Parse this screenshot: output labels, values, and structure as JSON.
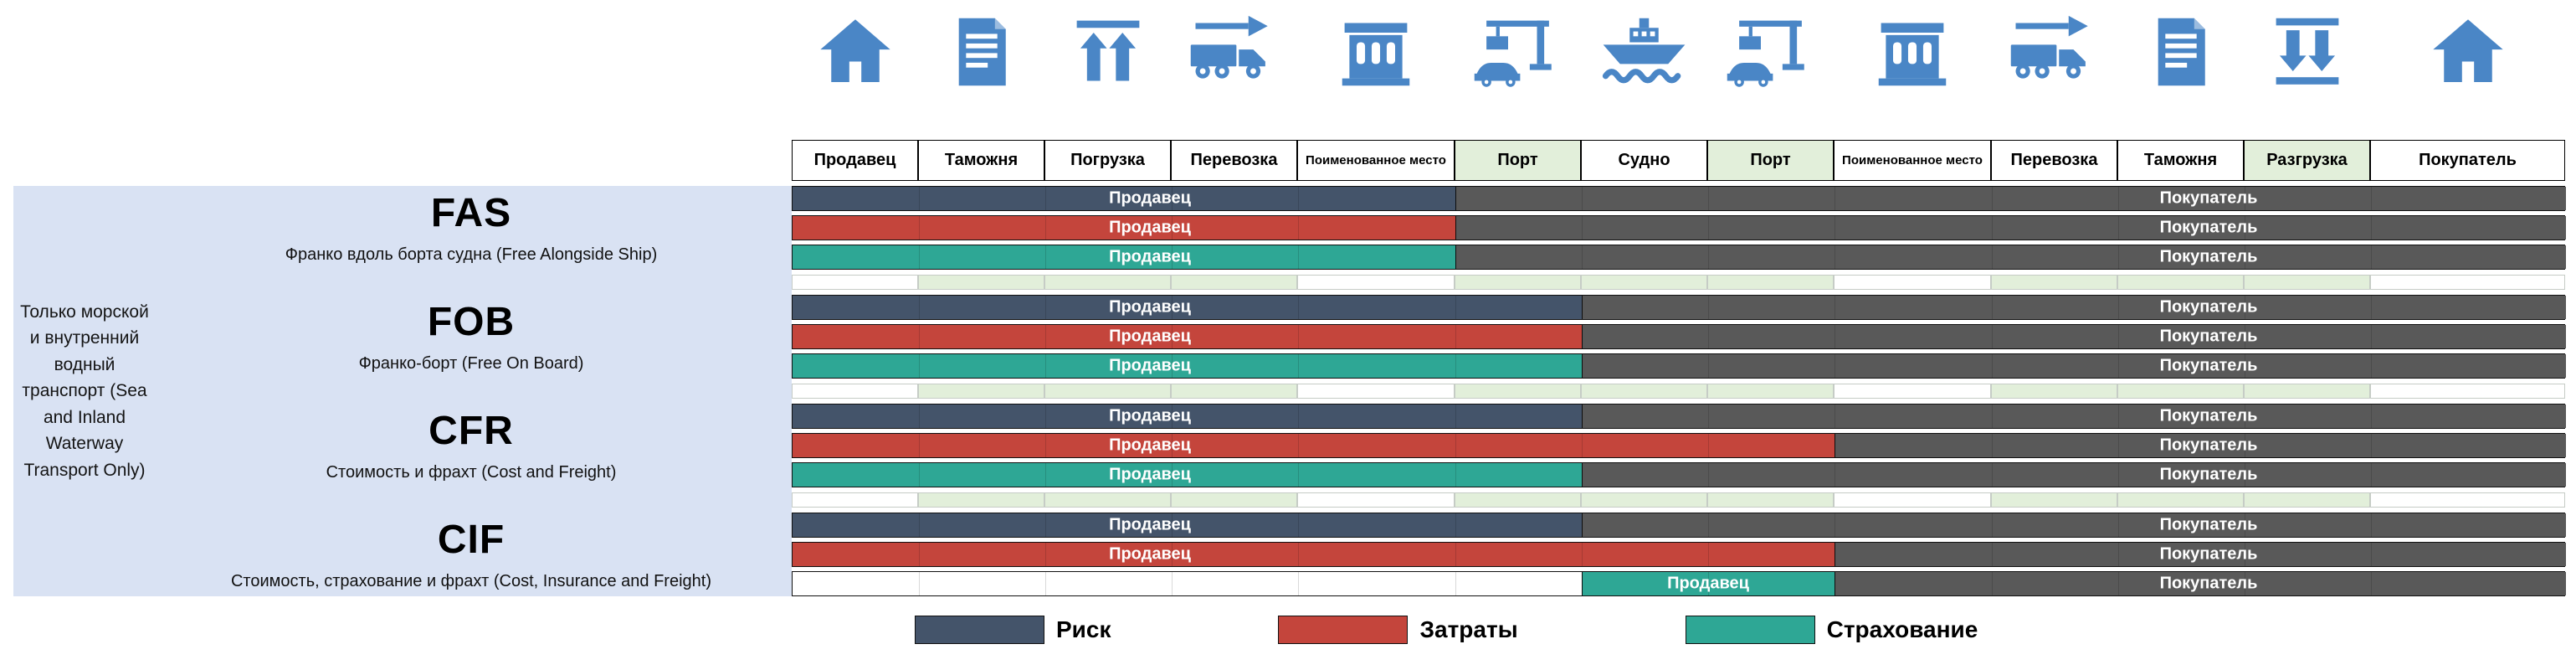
{
  "palette": {
    "risk": "#44546A",
    "costs": "#C4453C",
    "insurance": "#2EA795",
    "buyer": "#595959",
    "icon_blue": "#4A86C6",
    "header_green": "#E2EFDA",
    "sidebar_bg": "#D9E2F3",
    "bar_label_text": "#FFFFFF"
  },
  "sidebar": {
    "note": "Только морской и внутренний водный транспорт (Sea and Inland Waterway Transport Only)"
  },
  "columns": [
    {
      "label": "Продавец",
      "icon": "house-icon",
      "green": false
    },
    {
      "label": "Таможня",
      "icon": "document-icon",
      "green": false
    },
    {
      "label": "Погрузка",
      "icon": "load-arrows-icon",
      "green": false
    },
    {
      "label": "Перевозка",
      "icon": "truck-icon",
      "green": false
    },
    {
      "label": "Поименованное место",
      "icon": "building-icon",
      "green": false
    },
    {
      "label": "Порт",
      "icon": "port-crane-icon",
      "green": true
    },
    {
      "label": "Судно",
      "icon": "ship-icon",
      "green": false
    },
    {
      "label": "Порт",
      "icon": "port-crane-icon",
      "green": true
    },
    {
      "label": "Поименованное место",
      "icon": "building-icon",
      "green": false
    },
    {
      "label": "Перевозка",
      "icon": "truck-icon",
      "green": false
    },
    {
      "label": "Таможня",
      "icon": "document-icon",
      "green": false
    },
    {
      "label": "Разгрузка",
      "icon": "unload-arrows-icon",
      "green": true
    },
    {
      "label": "Покупатель",
      "icon": "house-icon",
      "green": false
    }
  ],
  "separator_green_columns": [
    2,
    3,
    4,
    6,
    7,
    8,
    10,
    11,
    12
  ],
  "terms": [
    {
      "code": "FAS",
      "subtitle": "Франко вдоль борта судна (Free Alongside Ship)",
      "rows": [
        {
          "kind": "risk",
          "segments": [
            {
              "party": "seller",
              "label": "Продавец",
              "from": 1,
              "to": 5
            },
            {
              "party": "buyer",
              "label": "Покупатель",
              "from": 6,
              "to": 13
            }
          ]
        },
        {
          "kind": "costs",
          "segments": [
            {
              "party": "seller",
              "label": "Продавец",
              "from": 1,
              "to": 5
            },
            {
              "party": "buyer",
              "label": "Покупатель",
              "from": 6,
              "to": 13
            }
          ]
        },
        {
          "kind": "insurance",
          "segments": [
            {
              "party": "seller",
              "label": "Продавец",
              "from": 1,
              "to": 5
            },
            {
              "party": "buyer",
              "label": "Покупатель",
              "from": 6,
              "to": 13
            }
          ]
        }
      ]
    },
    {
      "code": "FOB",
      "subtitle": "Франко-борт (Free On Board)",
      "rows": [
        {
          "kind": "risk",
          "segments": [
            {
              "party": "seller",
              "label": "Продавец",
              "from": 1,
              "to": 6
            },
            {
              "party": "buyer",
              "label": "Покупатель",
              "from": 7,
              "to": 13
            }
          ]
        },
        {
          "kind": "costs",
          "segments": [
            {
              "party": "seller",
              "label": "Продавец",
              "from": 1,
              "to": 6
            },
            {
              "party": "buyer",
              "label": "Покупатель",
              "from": 7,
              "to": 13
            }
          ]
        },
        {
          "kind": "insurance",
          "segments": [
            {
              "party": "seller",
              "label": "Продавец",
              "from": 1,
              "to": 6
            },
            {
              "party": "buyer",
              "label": "Покупатель",
              "from": 7,
              "to": 13
            }
          ]
        }
      ]
    },
    {
      "code": "CFR",
      "subtitle": "Стоимость и фрахт (Cost and Freight)",
      "rows": [
        {
          "kind": "risk",
          "segments": [
            {
              "party": "seller",
              "label": "Продавец",
              "from": 1,
              "to": 6
            },
            {
              "party": "buyer",
              "label": "Покупатель",
              "from": 7,
              "to": 13
            }
          ]
        },
        {
          "kind": "costs",
          "segments": [
            {
              "party": "seller",
              "label": "Продавец",
              "from": 1,
              "to": 8
            },
            {
              "party": "buyer",
              "label": "Покупатель",
              "from": 9,
              "to": 13
            }
          ]
        },
        {
          "kind": "insurance",
          "segments": [
            {
              "party": "seller",
              "label": "Продавец",
              "from": 1,
              "to": 6
            },
            {
              "party": "buyer",
              "label": "Покупатель",
              "from": 7,
              "to": 13
            }
          ]
        }
      ]
    },
    {
      "code": "CIF",
      "subtitle": "Стоимость, страхование и фрахт (Cost, Insurance and Freight)",
      "rows": [
        {
          "kind": "risk",
          "segments": [
            {
              "party": "seller",
              "label": "Продавец",
              "from": 1,
              "to": 6
            },
            {
              "party": "buyer",
              "label": "Покупатель",
              "from": 7,
              "to": 13
            }
          ]
        },
        {
          "kind": "costs",
          "segments": [
            {
              "party": "seller",
              "label": "Продавец",
              "from": 1,
              "to": 8
            },
            {
              "party": "buyer",
              "label": "Покупатель",
              "from": 9,
              "to": 13
            }
          ]
        },
        {
          "kind": "insurance",
          "segments": [
            {
              "party": "none",
              "label": "",
              "from": 1,
              "to": 6
            },
            {
              "party": "seller",
              "label": "Продавец",
              "from": 7,
              "to": 8
            },
            {
              "party": "buyer",
              "label": "Покупатель",
              "from": 9,
              "to": 13
            }
          ]
        }
      ]
    }
  ],
  "legend": [
    {
      "kind": "risk",
      "label": "Риск"
    },
    {
      "kind": "costs",
      "label": "Затраты"
    },
    {
      "kind": "insurance",
      "label": "Страхование"
    }
  ]
}
